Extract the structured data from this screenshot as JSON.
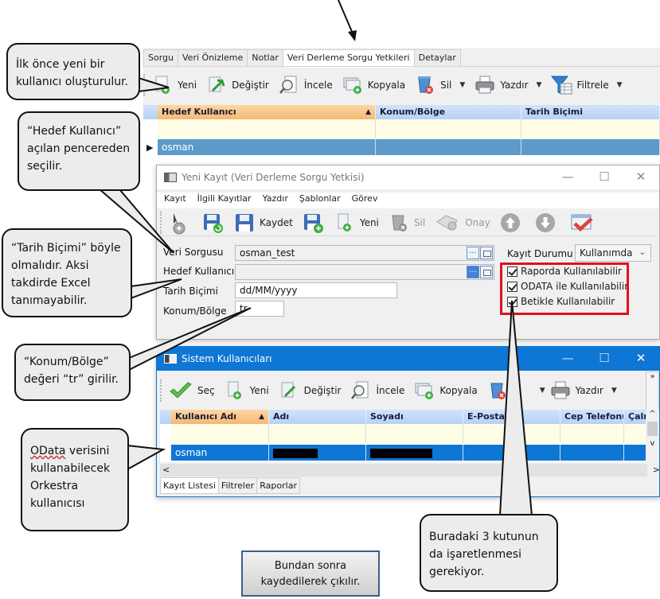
{
  "main_window": {
    "tabs": [
      {
        "label": "Sorgu",
        "active": false
      },
      {
        "label": "Veri Önizleme",
        "active": false
      },
      {
        "label": "Notlar",
        "active": false
      },
      {
        "label": "Veri Derleme Sorgu Yetkileri",
        "active": true
      },
      {
        "label": "Detaylar",
        "active": false
      }
    ],
    "toolbar": {
      "new": "Yeni",
      "edit": "Değiştir",
      "inspect": "İncele",
      "copy": "Kopyala",
      "delete": "Sil",
      "print": "Yazdır",
      "filter": "Filtrele"
    },
    "grid": {
      "columns": [
        "Hedef Kullanıcı",
        "Konum/Bölge",
        "Tarih Biçimi"
      ],
      "sorted_column": "Hedef Kullanıcı",
      "rows": [
        {
          "hedef_kullanici": "osman",
          "konum_bolge": "",
          "tarih_bicimi": ""
        }
      ]
    }
  },
  "new_record_dialog": {
    "title": "Yeni Kayıt (Veri Derleme Sorgu Yetkisi)",
    "window_controls": {
      "minimize": "—",
      "maximize": "☐",
      "close": "✕"
    },
    "menu": [
      "Kayıt",
      "İlgili Kayıtlar",
      "Yazdır",
      "Şablonlar",
      "Görev"
    ],
    "toolbar": {
      "save": "Kaydet",
      "new": "Yeni",
      "delete": "Sil",
      "approve": "Onay"
    },
    "fields": {
      "veri_sorgusu": {
        "label": "Veri Sorgusu",
        "value": "osman_test"
      },
      "hedef_kullanici": {
        "label": "Hedef Kullanıcı",
        "value": "",
        "required": true
      },
      "tarih_bicimi": {
        "label": "Tarih Biçimi",
        "value": "dd/MM/yyyy"
      },
      "konum_bolge": {
        "label": "Konum/Bölge",
        "value": "tr"
      },
      "kayit_durumu": {
        "label": "Kayıt Durumu",
        "value": "Kullanımda"
      }
    },
    "checkboxes": [
      {
        "label": "Raporda Kullanılabilir",
        "checked": true
      },
      {
        "label": "ODATA ile Kullanılabilir",
        "checked": true
      },
      {
        "label": "Betikle Kullanılabilir",
        "checked": true
      }
    ],
    "ellipsis": "..."
  },
  "users_dialog": {
    "title": "Sistem Kullanıcıları",
    "window_controls": {
      "minimize": "—",
      "maximize": "☐",
      "close": "✕"
    },
    "toolbar": {
      "select": "Seç",
      "new": "Yeni",
      "edit": "Değiştir",
      "inspect": "İncele",
      "copy": "Kopyala",
      "print": "Yazdır",
      "overflow": "»"
    },
    "grid": {
      "columns": [
        "Kullanıcı Adı",
        "Adı",
        "Soyadı",
        "E-Posta",
        "Cep Telefonu",
        "Çalış"
      ],
      "sorted_column": "Kullanıcı Adı",
      "rows": [
        {
          "kullanici_adi": "osman",
          "adi": "[redacted]",
          "soyadi": "[redacted]",
          "e_posta": "",
          "cep_telefonu": "",
          "calisma": ""
        }
      ]
    },
    "bottom_tabs": [
      "Kayıt Listesi",
      "Filtreler",
      "Raporlar"
    ],
    "scroll": {
      "left": "<",
      "right": ">",
      "up": "^",
      "down": "v"
    }
  },
  "annotations": {
    "callout_1": "İlk önce yeni bir kullanıcı oluşturulur.",
    "callout_2": "“Hedef Kullanıcı” açılan pencereden seçilir.",
    "callout_3": "“Tarih Biçimi” böyle olmalıdır. Aksi takdirde Excel tanımayabilir.",
    "callout_4": "“Konum/Bölge” değeri “tr” girilir.",
    "callout_5": "OData verisini kullanabilecek Orkestra kullanıcısı",
    "callout_6": "Buradaki 3 kutunun da işaretlenmesi gerekiyor.",
    "note": "Bundan sonra kaydedilerek çıkılır."
  },
  "colors": {
    "selected_row_main": "#5b9ac9",
    "selected_row_users": "#0e76d4",
    "users_titlebar": "#0e76d4",
    "highlight_frame": "#e0101e"
  }
}
